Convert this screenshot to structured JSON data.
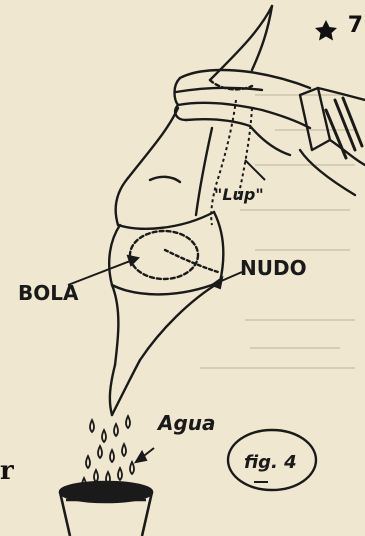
{
  "page": {
    "page_number": "7",
    "margin_fragment": "r"
  },
  "illustration": {
    "labels": {
      "lup": "\"Lup\"",
      "bola": "BOLA",
      "nudo": "NUDO",
      "agua": "Agua",
      "figure": "fig. 4"
    },
    "ink_color": "#1a1a1a",
    "paper_color": "#efe7cf"
  }
}
